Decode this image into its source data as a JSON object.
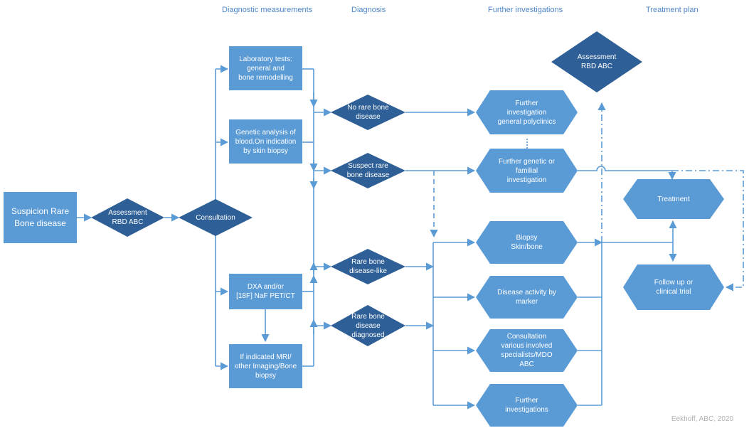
{
  "headers": {
    "diagnostic_measurements": "Diagnostic measurements",
    "diagnosis": "Diagnosis",
    "further_investigations": "Further investigations",
    "treatment_plan": "Treatment plan"
  },
  "nodes": {
    "suspicion": "Suspicion Rare\nBone disease",
    "assessment_left": "Assessment\nRBD ABC",
    "consultation": "Consultation",
    "lab_tests": "Laboratory tests:\ngeneral and\nbone remodelling",
    "genetic_analysis": "Genetic analysis of\nblood.On indication\nby skin biopsy",
    "dxa": "DXA and/or\n[18F] NaF PET/CT",
    "mri": "If indicated MRI/\nother Imaging/Bone\nbiopsy",
    "no_rare": "No rare bone\ndisease",
    "suspect_rare": "Suspect rare\nbone disease",
    "rare_like": "Rare bone\ndisease-like",
    "rare_diagnosed": "Rare bone\ndisease\ndiagnosed",
    "further_general": "Further\ninvestigation\ngeneral polyclinics",
    "further_genetic": "Further genetic or\nfamilial\ninvestigation",
    "biopsy": "Biopsy\nSkin/bone",
    "disease_activity": "Disease activity by\nmarker",
    "consultation_specialists": "Consultation\nvarious involved\nspecialists/MDO\nABC",
    "further_investigations": "Further\ninvestigations",
    "assessment_right": "Assessment\nRBD ABC",
    "treatment": "Treatment",
    "follow_up": "Follow up or\nclinical trial"
  },
  "credit": "Eekhoff, ABC, 2020",
  "colors": {
    "box": "#5b9bd5",
    "diamond": "#2e5f96",
    "hexagon": "#5b9bd5",
    "line": "#5b9bd5",
    "header_text": "#4f86c6"
  }
}
